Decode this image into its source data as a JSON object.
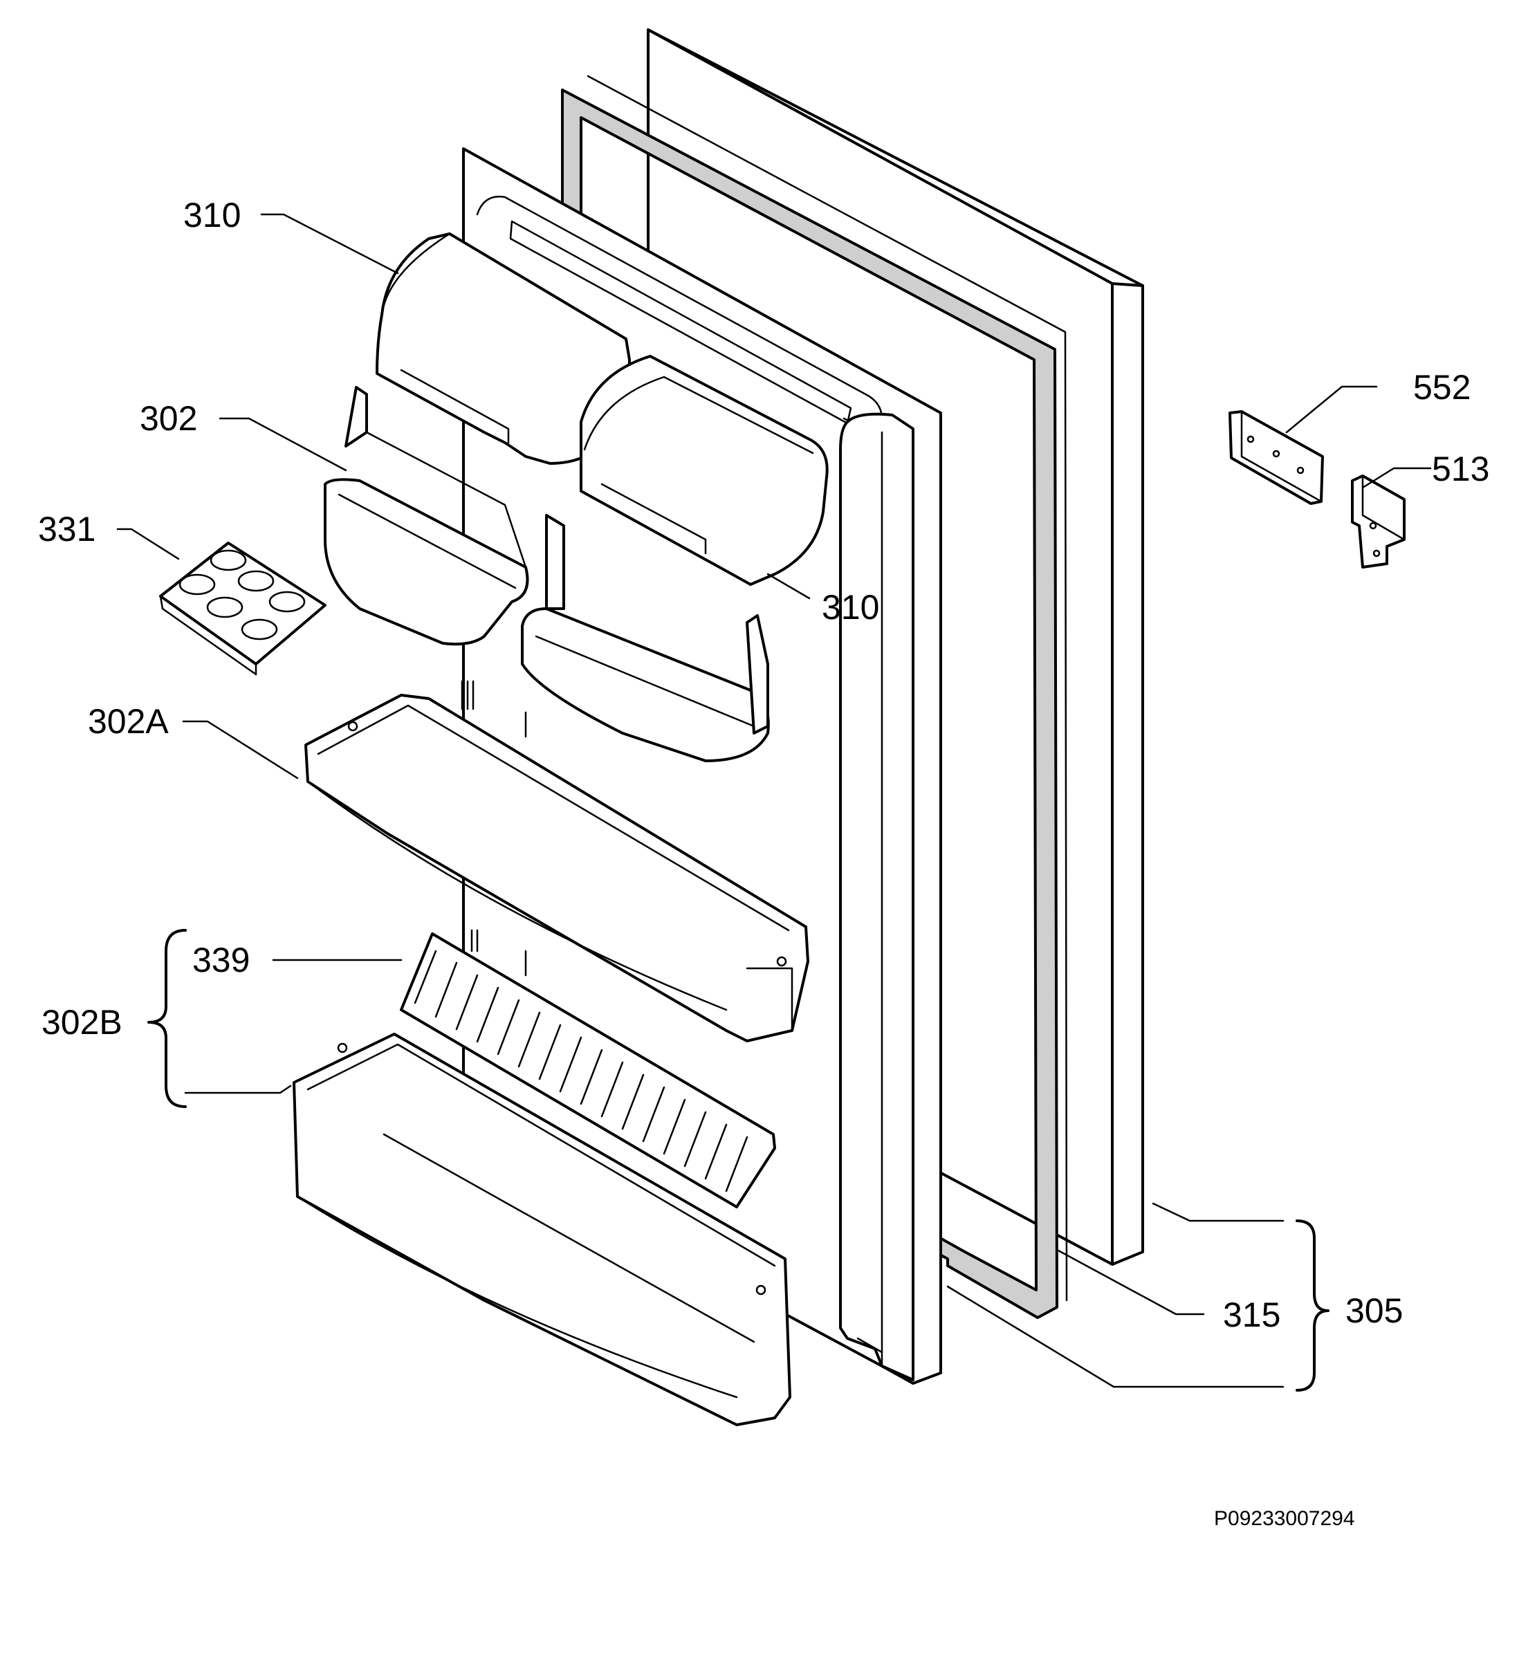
{
  "labels": {
    "l310a": "310",
    "l302": "302",
    "l331": "331",
    "l310b": "310",
    "l302A": "302A",
    "l339": "339",
    "l302B": "302B",
    "l552": "552",
    "l513": "513",
    "l315": "315",
    "l305": "305"
  },
  "reference_code": "P09233007294"
}
